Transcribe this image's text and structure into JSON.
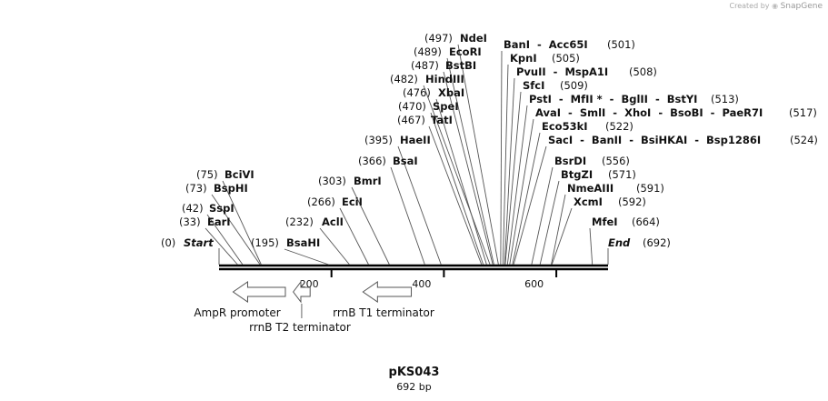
{
  "credit": {
    "prefix": "Created by",
    "brand": "SnapGene"
  },
  "plasmid": {
    "name": "pKS043",
    "length_label": "692 bp",
    "length": 692
  },
  "ticks": [
    {
      "label": "200",
      "value": 200
    },
    {
      "label": "400",
      "value": 400
    },
    {
      "label": "600",
      "value": 600
    }
  ],
  "sites": [
    {
      "name": "Start",
      "pos": "(0)",
      "at": 0,
      "ends": true
    },
    {
      "name": "EarI",
      "pos": "(33)",
      "at": 33
    },
    {
      "name": "SspI",
      "pos": "(42)",
      "at": 42
    },
    {
      "name": "BspHI",
      "pos": "(73)",
      "at": 73
    },
    {
      "name": "BciVI",
      "pos": "(75)",
      "at": 75
    },
    {
      "name": "BsaHI",
      "pos": "(195)",
      "at": 195
    },
    {
      "name": "AclI",
      "pos": "(232)",
      "at": 232
    },
    {
      "name": "EciI",
      "pos": "(266)",
      "at": 266
    },
    {
      "name": "BmrI",
      "pos": "(303)",
      "at": 303
    },
    {
      "name": "BsaI",
      "pos": "(366)",
      "at": 366
    },
    {
      "name": "HaeII",
      "pos": "(395)",
      "at": 395
    },
    {
      "name": "TatI",
      "pos": "(467)",
      "at": 467
    },
    {
      "name": "SpeI",
      "pos": "(470)",
      "at": 470
    },
    {
      "name": "XbaI",
      "pos": "(476)",
      "at": 476
    },
    {
      "name": "HindIII",
      "pos": "(482)",
      "at": 482
    },
    {
      "name": "BstBI",
      "pos": "(487)",
      "at": 487
    },
    {
      "name": "EcoRI",
      "pos": "(489)",
      "at": 489
    },
    {
      "name": "NdeI",
      "pos": "(497)",
      "at": 497
    },
    {
      "name": "BanI  -  Acc65I",
      "pos": "(501)",
      "at": 501
    },
    {
      "name": "KpnI",
      "pos": "(505)",
      "at": 505
    },
    {
      "name": "PvuII  -  MspA1I",
      "pos": "(508)",
      "at": 508
    },
    {
      "name": "SfcI",
      "pos": "(509)",
      "at": 509
    },
    {
      "name": "PstI  -  MfII *  -  BglII  -  BstYI",
      "pos": "(513)",
      "at": 513
    },
    {
      "name": "AvaI  -  SmlI  -  XhoI  -  BsoBI  -  PaeR7I",
      "pos": "(517)",
      "at": 517
    },
    {
      "name": "Eco53kI",
      "pos": "(522)",
      "at": 522
    },
    {
      "name": "SacI  -  BanII  -  BsiHKAI  -  Bsp1286I",
      "pos": "(524)",
      "at": 524
    },
    {
      "name": "BsrDI",
      "pos": "(556)",
      "at": 556
    },
    {
      "name": "BtgZI",
      "pos": "(571)",
      "at": 571
    },
    {
      "name": "NmeAIII",
      "pos": "(591)",
      "at": 591
    },
    {
      "name": "XcmI",
      "pos": "(592)",
      "at": 592
    },
    {
      "name": "MfeI",
      "pos": "(664)",
      "at": 664
    },
    {
      "name": "End",
      "pos": "(692)",
      "at": 692,
      "ends": true
    }
  ],
  "features": [
    {
      "name": "AmpR promoter",
      "start": 25,
      "end": 118,
      "direction": "left"
    },
    {
      "name": "rrnB T2 terminator",
      "start": 132,
      "end": 162,
      "direction": "left"
    },
    {
      "name": "rrnB T1 terminator",
      "start": 256,
      "end": 342,
      "direction": "left"
    }
  ]
}
